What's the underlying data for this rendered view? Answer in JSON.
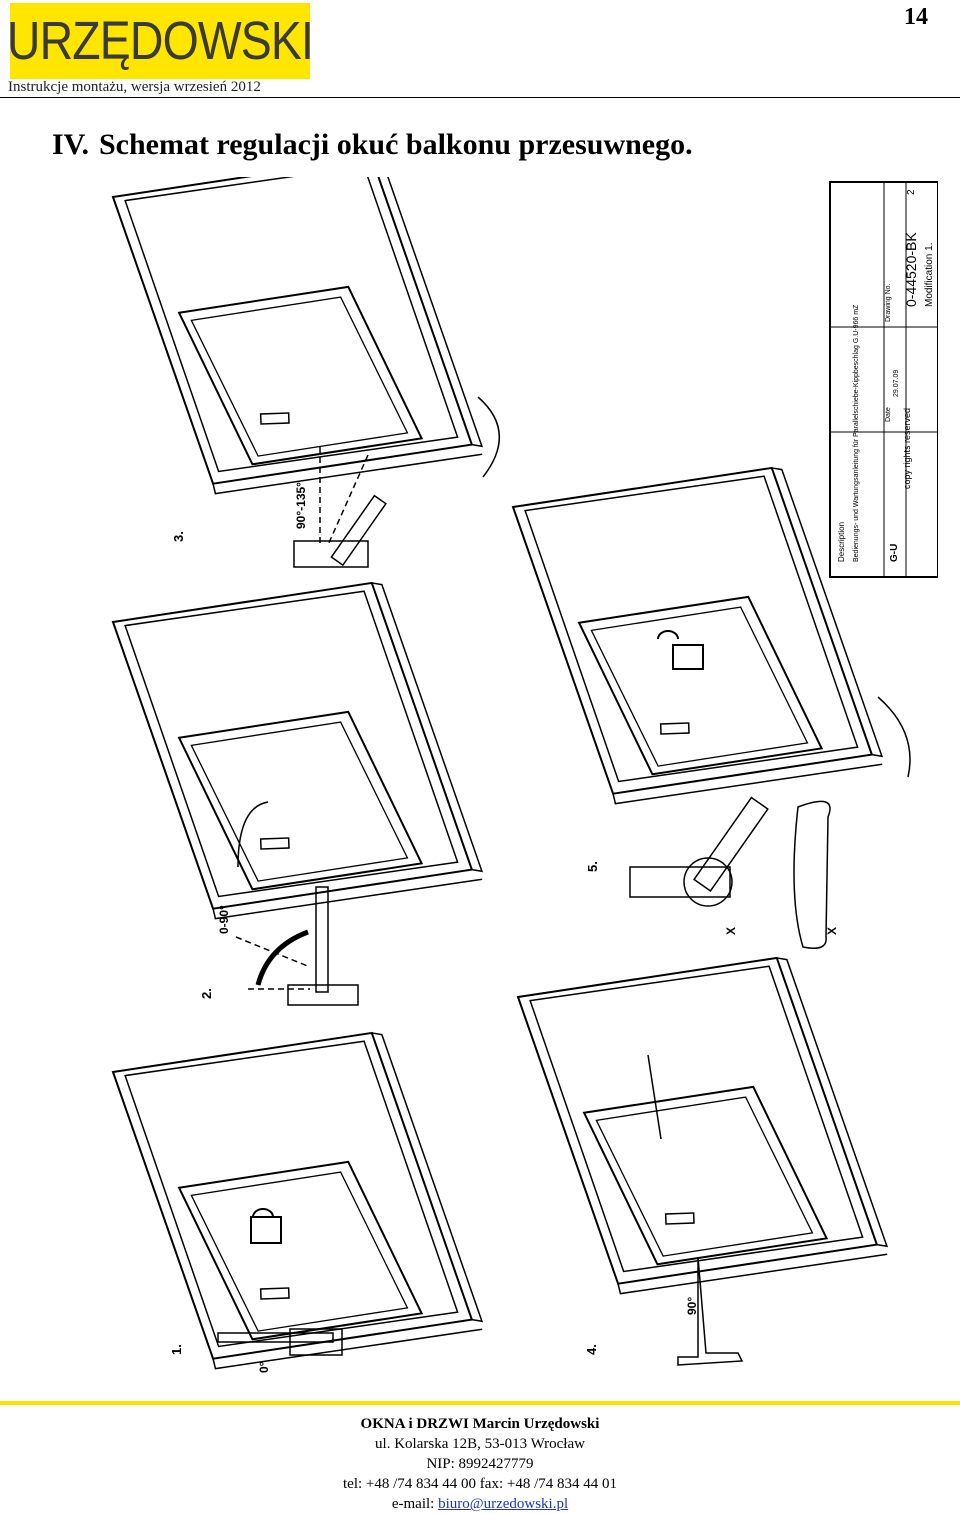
{
  "header": {
    "logo_text": "URZĘDOWSKI",
    "subtitle": "Instrukcje montażu, wersja wrzesień 2012",
    "page_number": "14"
  },
  "section": {
    "number": "IV.",
    "title": "Schemat regulacji okuć balkonu przesuwnego."
  },
  "drawing": {
    "steps": [
      {
        "number": "1.",
        "angle": "0°",
        "angle2": "90°"
      },
      {
        "number": "2.",
        "angle": "0-90°"
      },
      {
        "number": "3.",
        "angle": "90°-135°"
      },
      {
        "number": "4."
      },
      {
        "number": "5.",
        "detail_label": "X",
        "detail_label2": "X"
      }
    ],
    "title_block": {
      "description_label": "Description",
      "description": "Bedienungs- und Wartungsanleitung für Parallelschiebe-Kippbeschlag G.U-966 mZ",
      "copy_rights": "copy rights reserved",
      "company": "G-U",
      "drawing_no_label": "Drawing No.",
      "drawing_no": "0-44520-BK",
      "modification": "Modification 1.",
      "date_label": "Date",
      "date": "29.07.09",
      "sheet": "2"
    }
  },
  "footer": {
    "company": "OKNA i DRZWI Marcin Urzędowski",
    "address": "ul. Kolarska 12B, 53-013 Wrocław",
    "nip": "NIP: 8992427779",
    "contact": "tel:  +48 /74 834 44 00 fax: +48 /74 834 44 01",
    "email_label": "e-mail: ",
    "email": "biuro@urzedowski.pl"
  },
  "colors": {
    "logo_bg": "#ffe600",
    "footer_rule": "#f5e400",
    "link": "#1a33cc"
  }
}
